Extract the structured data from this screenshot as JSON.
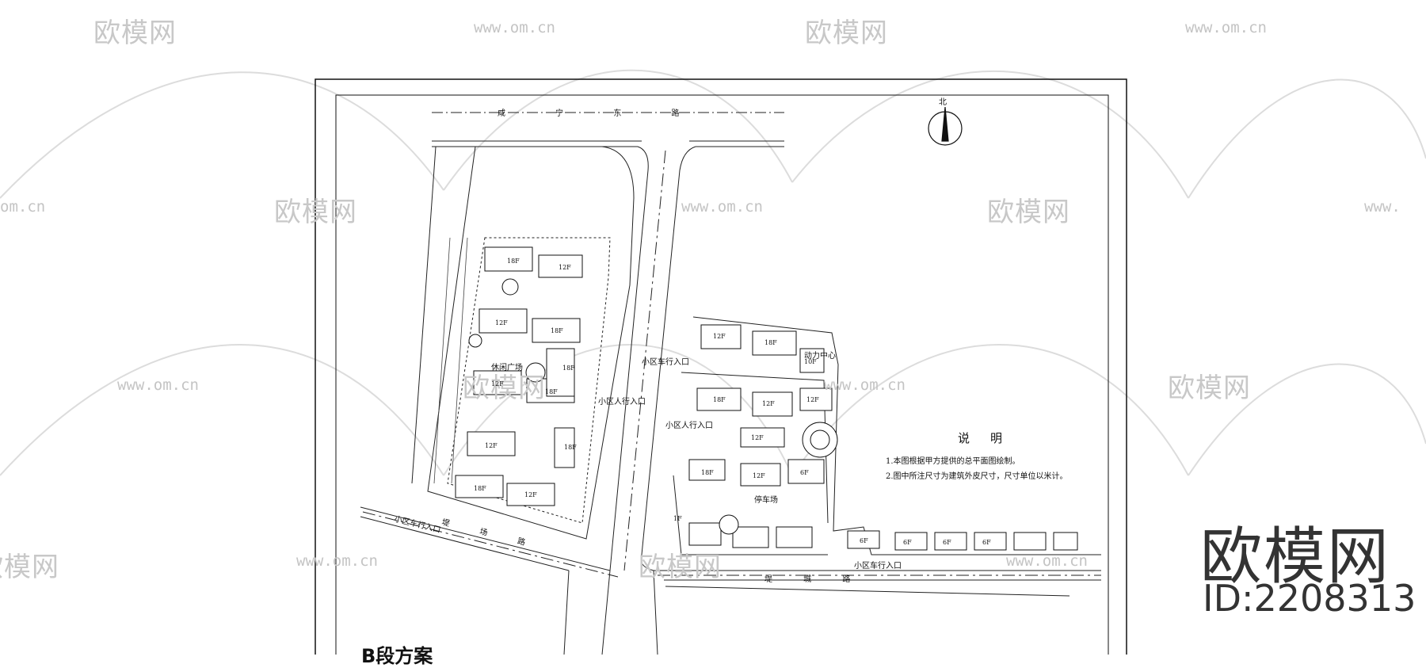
{
  "watermark": {
    "logo_text": "欧模网",
    "url_text": "www.om.cn",
    "url_partial_left": "om.cn",
    "url_partial_right": "www."
  },
  "brand": {
    "name": "欧模网",
    "id": "ID:2208313"
  },
  "plan": {
    "title": "B段方案",
    "north_label": "北",
    "road_north": "咸 宁 东 路",
    "road_south_left": "堤 场 路",
    "road_south_right": "堤 城 路",
    "notes_title": "说明",
    "notes": [
      "1.本图根据甲方提供的总平面图绘制。",
      "2.图中所注尺寸为建筑外皮尺寸，尺寸单位以米计。"
    ],
    "labels": {
      "entrance_vehicle_left": "小区车行入口",
      "entrance_vehicle_mid": "小区车行入口",
      "entrance_vehicle_bottom": "小区车行入口",
      "entrance_pedestrian_left": "小区人行入口",
      "entrance_pedestrian_right": "小区人行入口",
      "power_station": "动力中心",
      "parking": "停车场",
      "plaza": "休闲广场"
    },
    "floor_tags": [
      "18F",
      "12F",
      "12F",
      "18F",
      "12F",
      "18F",
      "12F",
      "18F",
      "12F",
      "18F",
      "18F",
      "1F",
      "12F",
      "18F",
      "10F",
      "18F",
      "12F",
      "12F",
      "12F",
      "18F",
      "12F",
      "6F",
      "6F",
      "6F",
      "6F",
      "6F"
    ]
  }
}
